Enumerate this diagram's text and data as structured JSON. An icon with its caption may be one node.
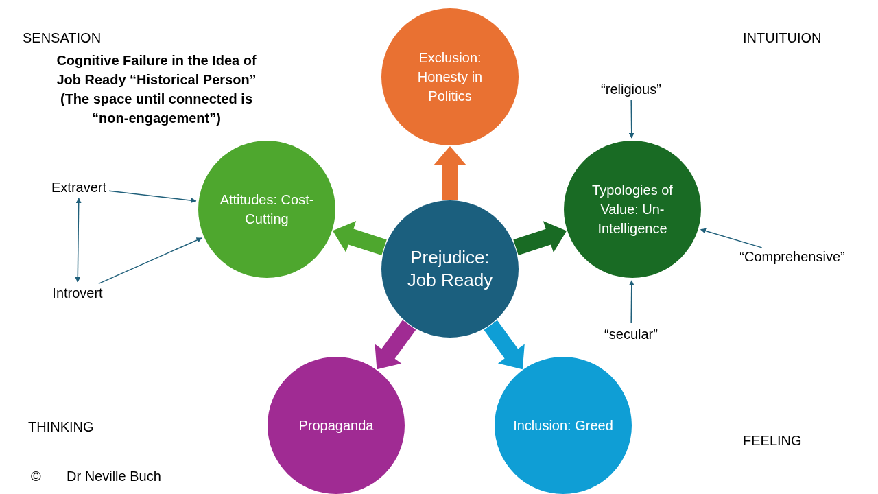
{
  "diagram": {
    "nodes": [
      {
        "text": [
          "Prejudice: Job Ready"
        ]
      },
      {
        "text": [
          "Exclusion: Honesty in Politics"
        ]
      },
      {
        "text": [
          "Typologies of Value: Un-Intelligence"
        ]
      },
      {
        "text": [
          "Inclusion: Greed"
        ]
      },
      {
        "text": [
          "Propaganda"
        ]
      },
      {
        "text": [
          "Attitudes: Cost-Cutting"
        ]
      },
      {
        "text": [
          "“religious”"
        ]
      },
      {
        "text": [
          "“Comprehensive”"
        ]
      },
      {
        "text": [
          "“secular”"
        ]
      },
      {
        "text": [
          "Extravert"
        ]
      },
      {
        "text": [
          "Introvert"
        ]
      }
    ],
    "edges": [
      {
        "from": 0,
        "to": 1,
        "arrow": "to",
        "style": "thick",
        "color": "#e97132"
      },
      {
        "from": 0,
        "to": 2,
        "arrow": "to",
        "style": "thick",
        "color": "#196b24"
      },
      {
        "from": 0,
        "to": 3,
        "arrow": "to",
        "style": "thick",
        "color": "#0f9ed5"
      },
      {
        "from": 0,
        "to": 4,
        "arrow": "to",
        "style": "thick",
        "color": "#a02b93"
      },
      {
        "from": 0,
        "to": 5,
        "arrow": "to",
        "style": "thick",
        "color": "#4ea72e"
      },
      {
        "from": 6,
        "to": 2,
        "arrow": "to"
      },
      {
        "from": 7,
        "to": 2,
        "arrow": "to"
      },
      {
        "from": 8,
        "to": 2,
        "arrow": "to"
      },
      {
        "from": 9,
        "to": 5,
        "arrow": "to"
      },
      {
        "from": 10,
        "to": 5,
        "arrow": "to"
      },
      {
        "from": 9,
        "to": 10,
        "arrow": "both"
      }
    ],
    "labels": [
      "SENSATION",
      "Cognitive Failure in the Idea of Job Ready “Historical Person” (The space until connected is “non-engagement”)",
      "INTUITUION",
      "THINKING",
      "FEELING",
      "©",
      "Dr Neville Buch"
    ]
  }
}
